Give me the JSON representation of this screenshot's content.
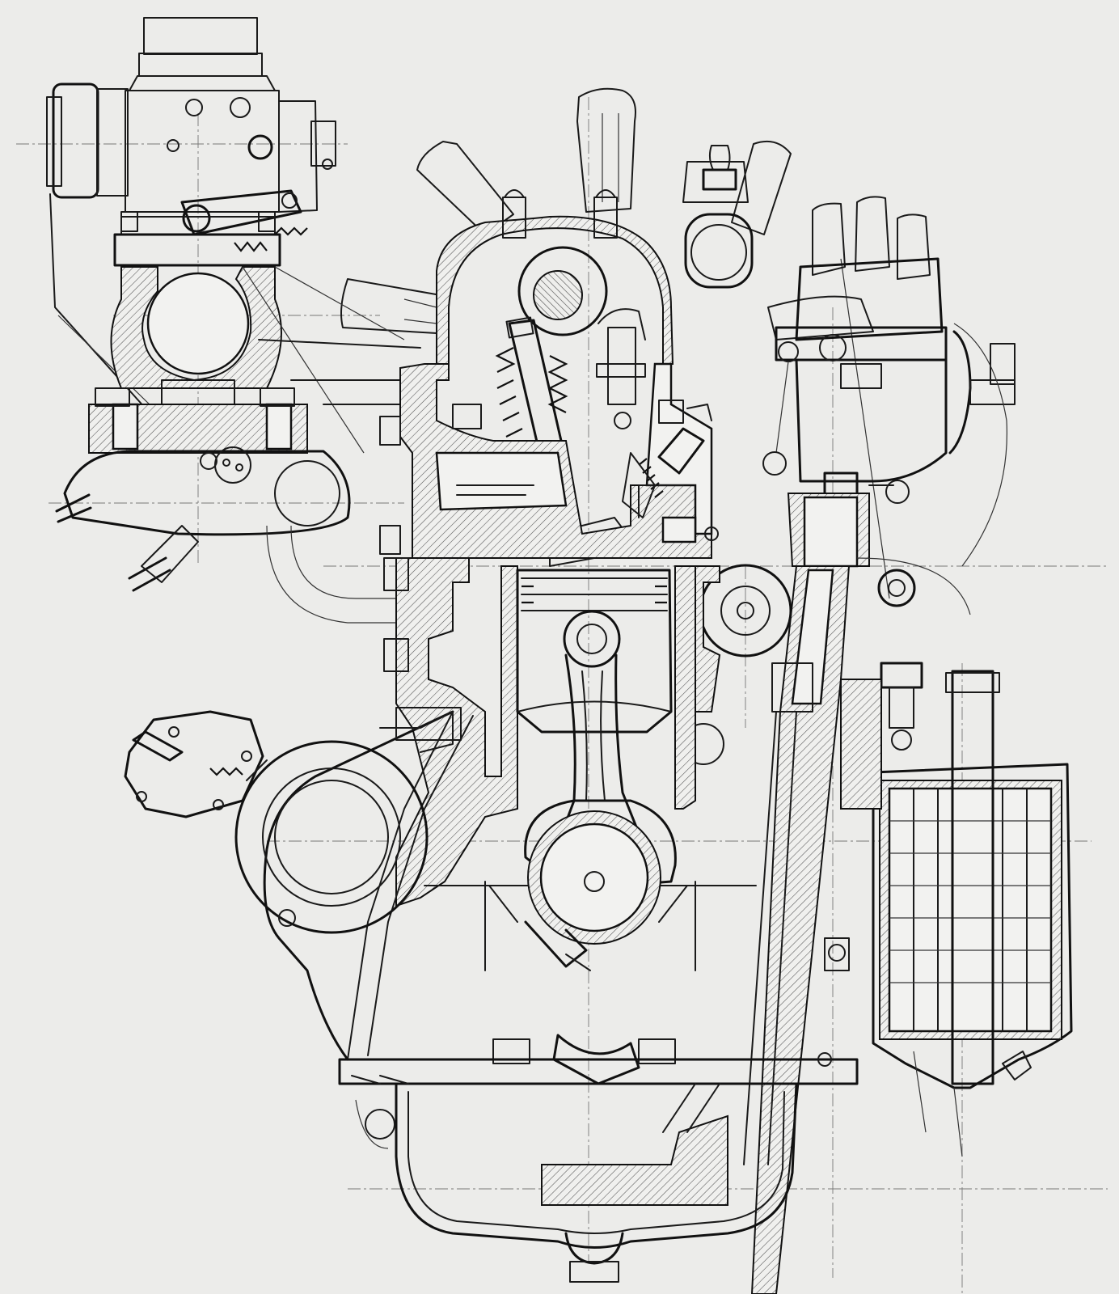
{
  "drawing": {
    "kind": "engine cross-section line drawing",
    "background": "#ececea",
    "ink": "#111111",
    "components": [
      "carburettor",
      "inlet-manifold",
      "cooling-fan",
      "rocker-cover",
      "camshaft",
      "valve-springs",
      "valve",
      "spark-plug",
      "water-outlet",
      "distributor",
      "cylinder-head",
      "piston",
      "connecting-rod",
      "crankshaft",
      "fuel-pump",
      "alternator-pulley",
      "oil-pump-drive",
      "oil-filter",
      "sump",
      "drain-plug"
    ]
  }
}
